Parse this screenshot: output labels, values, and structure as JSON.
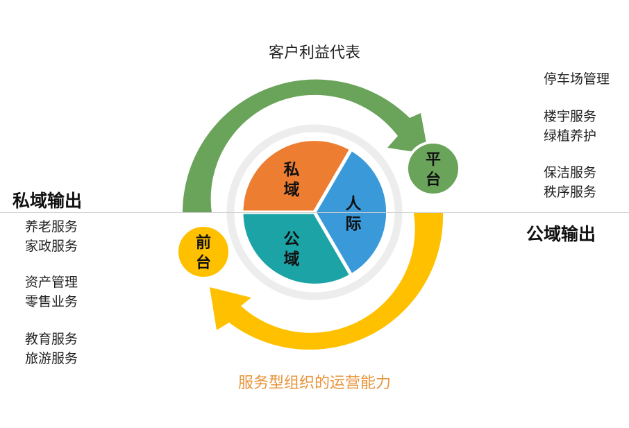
{
  "top_caption": "客户利益代表",
  "bottom_caption": "服务型组织的运营能力",
  "private_output": {
    "title": "私域输出",
    "groups": [
      [
        "养老服务",
        "家政服务"
      ],
      [
        "资产管理",
        "零售业务"
      ],
      [
        "教育服务",
        "旅游服务"
      ]
    ]
  },
  "public_output": {
    "title": "公域输出",
    "groups": [
      [
        "停车场管理"
      ],
      [
        "楼宇服务",
        "绿植养护"
      ],
      [
        "保洁服务",
        "秩序服务"
      ]
    ]
  },
  "nodes": {
    "platform": [
      "平",
      "台"
    ],
    "front": [
      "前",
      "台"
    ]
  },
  "center_segments": [
    {
      "chars": [
        "私",
        "域"
      ],
      "color": "#ED7D31"
    },
    {
      "chars": [
        "人",
        "际"
      ],
      "color": "#3A9AD9"
    },
    {
      "chars": [
        "公",
        "域"
      ],
      "color": "#1BA3A6"
    }
  ],
  "colors": {
    "green_arrow": "#6AA35A",
    "yellow_arrow": "#FFC000",
    "ring": "#EDEDED",
    "accent_text": "#E8943A"
  }
}
